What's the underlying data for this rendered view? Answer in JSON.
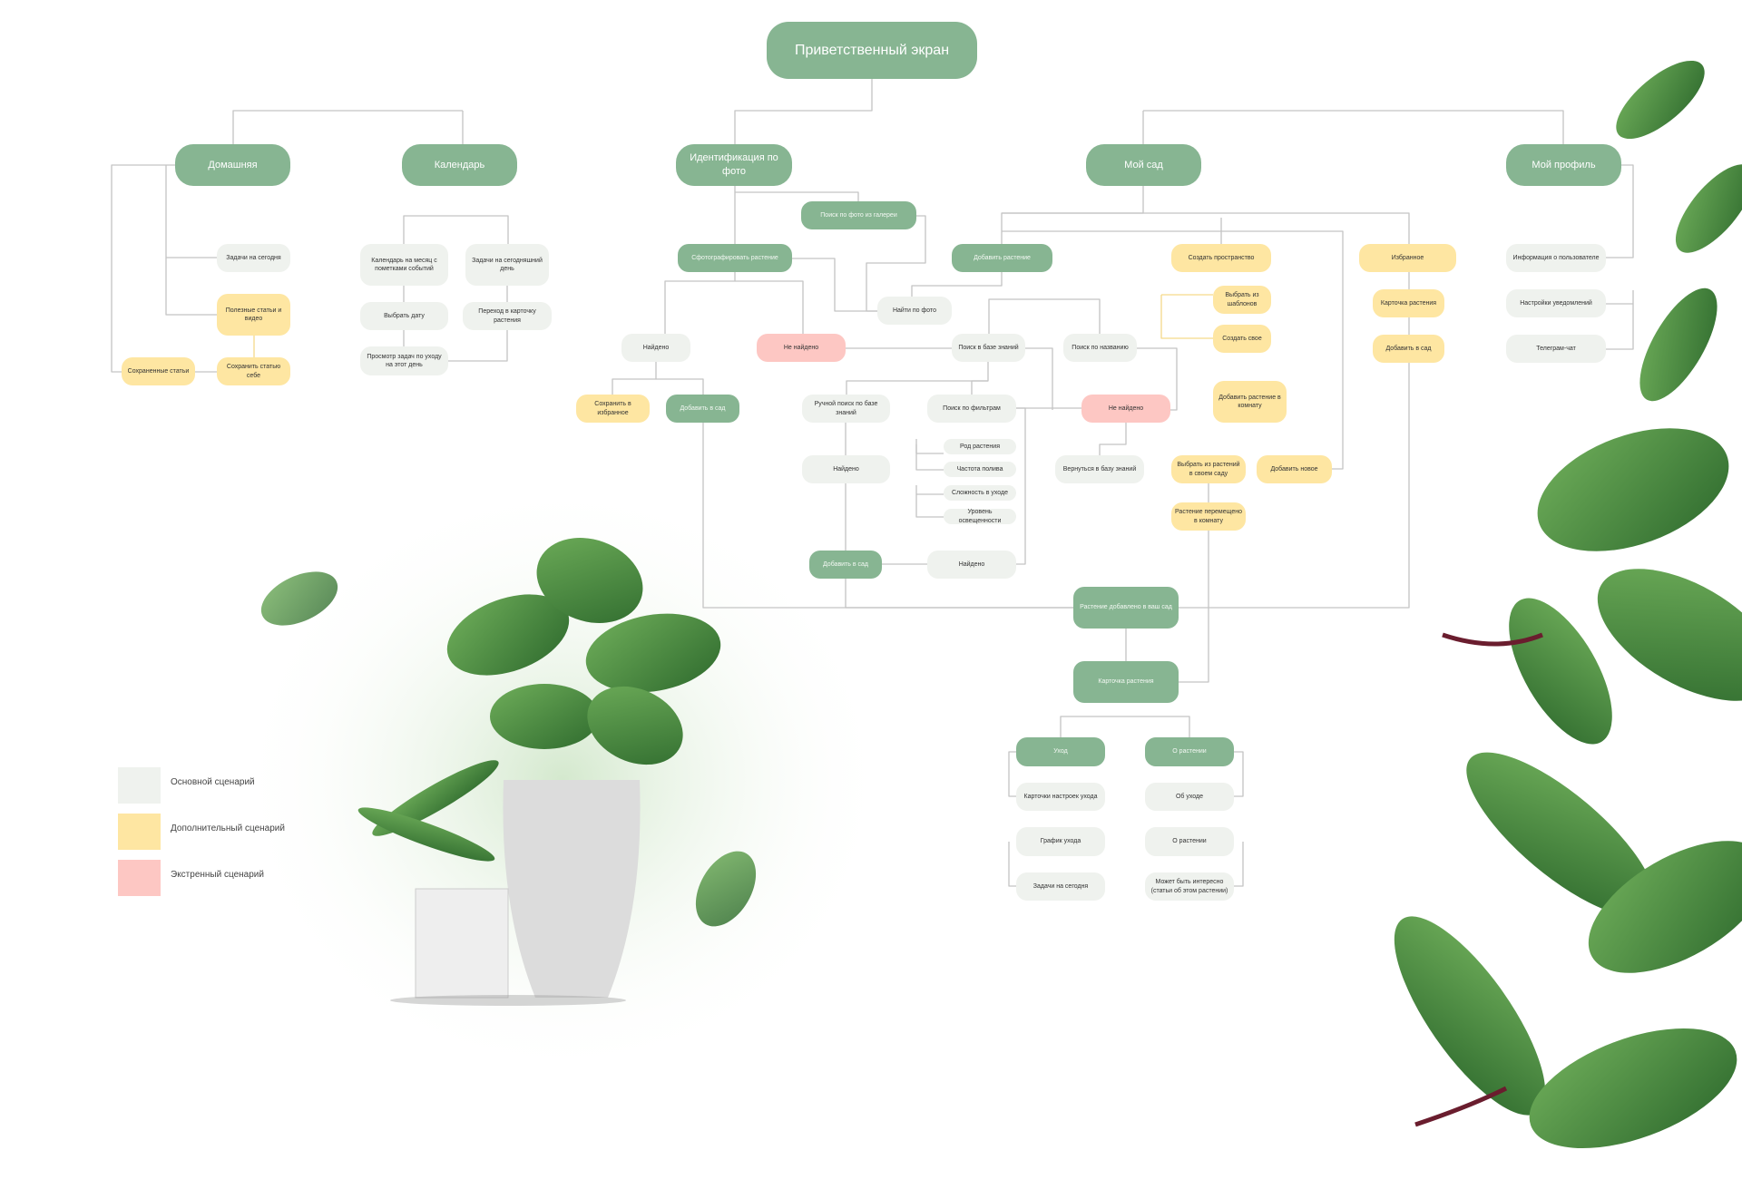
{
  "title": "Приветственный экран",
  "sections": {
    "home": "Домашняя",
    "calendar": "Календарь",
    "identify": "Идентификация по фото",
    "garden": "Мой сад",
    "profile": "Мой профиль"
  },
  "nodes": {
    "home_tasks": "Задачи на сегодня",
    "home_articles": "Полезные статьи и видео",
    "home_saved": "Сохраненные статьи",
    "home_save": "Сохранить статью себе",
    "cal_month": "Календарь на месяц с пометками событий",
    "cal_today": "Задачи на сегодняшний день",
    "cal_pick": "Выбрать дату",
    "cal_goto": "Переход в карточку растения",
    "cal_view": "Просмотр задач по уходу на этот день",
    "id_gallery": "Поиск по фото из галереи",
    "id_photo": "Сфотографировать растение",
    "id_found": "Найдено",
    "id_notfound": "Не найдено",
    "id_fav": "Сохранить в избранное",
    "id_add": "Добавить в сад",
    "g_add": "Добавить растение",
    "g_byphoto": "Найти по фото",
    "g_kb": "Поиск в базе знаний",
    "g_byname": "Поиск по названию",
    "g_manual": "Ручной поиск по базе знаний",
    "g_filters": "Поиск по фильтрам",
    "g_notfound": "Не найдено",
    "g_back": "Вернуться в базу знаний",
    "g_f1": "Род растения",
    "g_f2": "Частота полива",
    "g_f3": "Сложность в уходе",
    "g_f4": "Уровень освещенности",
    "g_found1": "Найдено",
    "g_found2": "Найдено",
    "g_addgarden": "Добавить в сад",
    "g_space": "Создать пространство",
    "g_tpl": "Выбрать из шаблонов",
    "g_own": "Создать свое",
    "g_room": "Добавить растение в комнату",
    "g_pick": "Выбрать из растений в своем саду",
    "g_new": "Добавить новое",
    "g_moved": "Растение перемещено в комнату",
    "g_fav": "Избранное",
    "g_favcard": "Карточка растения",
    "g_favadd": "Добавить в сад",
    "p_info": "Информация о пользователе",
    "p_notif": "Настройки уведомлений",
    "p_tg": "Телеграм-чат",
    "added": "Растение добавлено в ваш сад",
    "card": "Карточка растения",
    "care": "Уход",
    "about": "О растении",
    "care_cards": "Карточки настроек  ухода",
    "care_sched": "График ухода",
    "care_tasks": "Задачи на сегодня",
    "about_care": "Об уходе",
    "about_plant": "О растении",
    "about_more": "Может быть интересно (статьи об этом растении)"
  },
  "legend": [
    {
      "label": "Основной сценарий",
      "color": "#eff2ee"
    },
    {
      "label": "Дополнительный сценарий",
      "color": "#fee6a2"
    },
    {
      "label": "Экстренный сценарий",
      "color": "#fdc7c3"
    }
  ]
}
